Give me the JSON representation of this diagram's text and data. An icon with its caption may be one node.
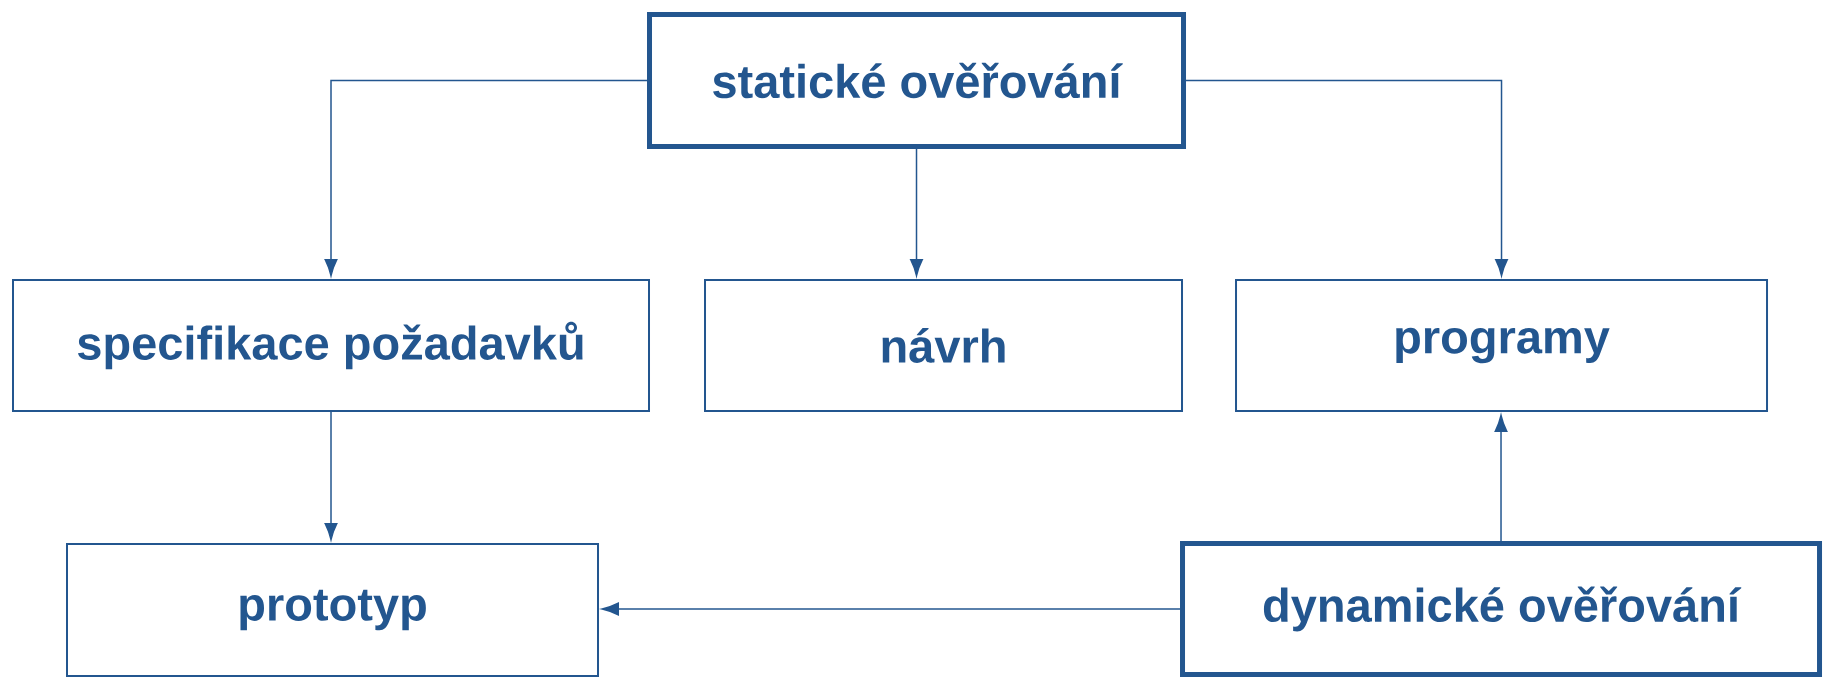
{
  "diagram": {
    "nodes": [
      {
        "text": [
          "statické ověřování"
        ]
      },
      {
        "text": [
          "specifikace požadavků"
        ]
      },
      {
        "text": [
          "návrh"
        ]
      },
      {
        "text": [
          "programy"
        ]
      },
      {
        "text": [
          "prototyp"
        ]
      },
      {
        "text": [
          "dynamické ověřování"
        ]
      }
    ],
    "edges": [
      {
        "from": 0,
        "to": 1,
        "arrow": "to"
      },
      {
        "from": 0,
        "to": 2,
        "arrow": "to"
      },
      {
        "from": 0,
        "to": 3,
        "arrow": "to"
      },
      {
        "from": 1,
        "to": 4,
        "arrow": "to"
      },
      {
        "from": 5,
        "to": 3,
        "arrow": "to"
      },
      {
        "from": 5,
        "to": 4,
        "arrow": "to"
      }
    ]
  }
}
